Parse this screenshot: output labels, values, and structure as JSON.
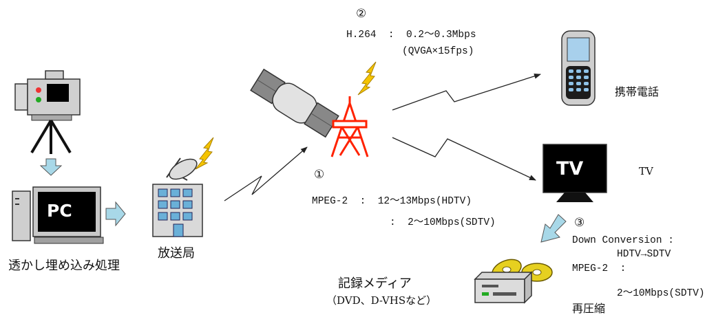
{
  "labels": {
    "watermark_embed": "透かし埋め込み処理",
    "broadcast_station": "放送局",
    "mobile_phone": "携帯電話",
    "tv": "TV",
    "recording_media": "記録メディア",
    "recording_media_examples": "（DVD、D-VHSなど）"
  },
  "pc_screen_text": "PC",
  "tv_screen_text": "TV",
  "route1": {
    "marker": "①",
    "line1": "MPEG-2  :  12～13Mbps(HDTV)",
    "line2": ":  2～10Mbps(SDTV)"
  },
  "route2": {
    "marker": "②",
    "line1": "H.264  :  0.2～0.3Mbps",
    "line2": "(QVGA×15fps)"
  },
  "route3": {
    "marker": "③",
    "line1": "Down Conversion :",
    "line2": "HDTV→SDTV",
    "line3": "MPEG-2  :",
    "line4": "2～10Mbps(SDTV)",
    "line5": "再圧縮"
  },
  "colors": {
    "tower": "#ff2200",
    "lightning": "#f5c400",
    "flow_arrow": "#a8d8e8",
    "disc": "#e6d020",
    "screen": "#000000",
    "line": "#222222"
  },
  "icons": [
    "video-camera-icon",
    "pc-icon",
    "broadcast-station-icon",
    "satellite-icon",
    "transmission-tower-icon",
    "mobile-phone-icon",
    "tv-icon",
    "recorder-icon"
  ]
}
